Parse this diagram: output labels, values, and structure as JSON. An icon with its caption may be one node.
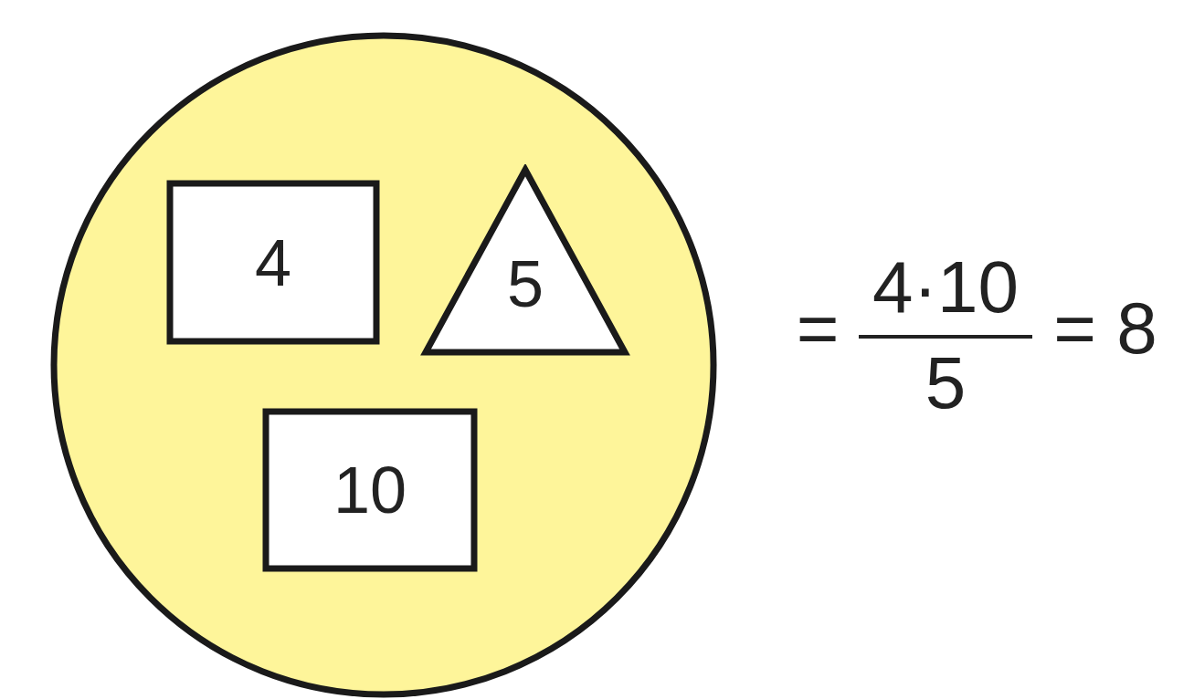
{
  "diagram": {
    "nodes": [
      {
        "text": [],
        "shape": "circle"
      },
      {
        "text": [
          "4"
        ],
        "in": 0
      },
      {
        "text": [
          "5"
        ],
        "in": 0
      },
      {
        "text": [
          "10"
        ],
        "in": 0
      }
    ],
    "labels": [
      "=",
      "4·10",
      "5",
      "= 8"
    ]
  }
}
